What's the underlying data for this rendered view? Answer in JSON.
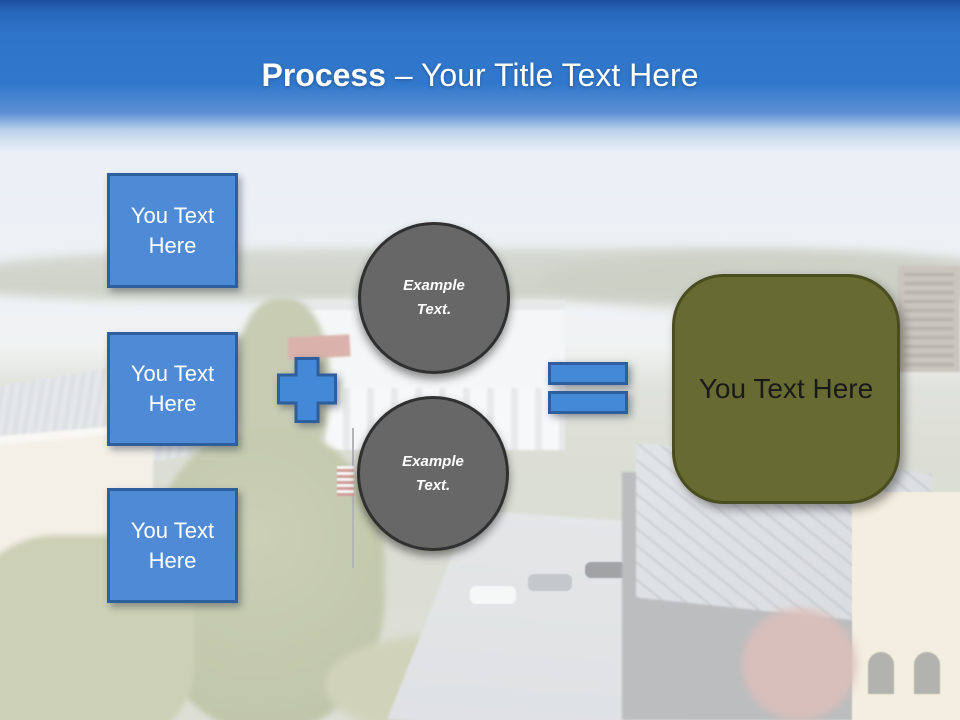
{
  "slide": {
    "title": {
      "bold": "Process",
      "rest": "– Your Title Text Here"
    },
    "input_boxes": [
      {
        "label": "You Text Here"
      },
      {
        "label": "You Text Here"
      },
      {
        "label": "You Text Here"
      }
    ],
    "operators": {
      "plus": "plus",
      "equals": "equals"
    },
    "example_circles": [
      {
        "label": "Example Text."
      },
      {
        "label": "Example Text."
      }
    ],
    "result_box": {
      "label": "You Text Here"
    },
    "colors": {
      "header_blue": "#2E74C8",
      "title_text": "#FFFFFF",
      "box_fill": "#4E8AD6",
      "box_border": "#2D5E9E",
      "box_text": "#FFFFFF",
      "circle_fill": "#676767",
      "circle_border": "#303030",
      "circle_text": "#FFFFFF",
      "operator_fill": "#4488D8",
      "operator_border": "#2D5E9E",
      "result_fill": "#676A31",
      "result_border": "#4A4D20",
      "result_text": "#1A1A1A"
    }
  }
}
